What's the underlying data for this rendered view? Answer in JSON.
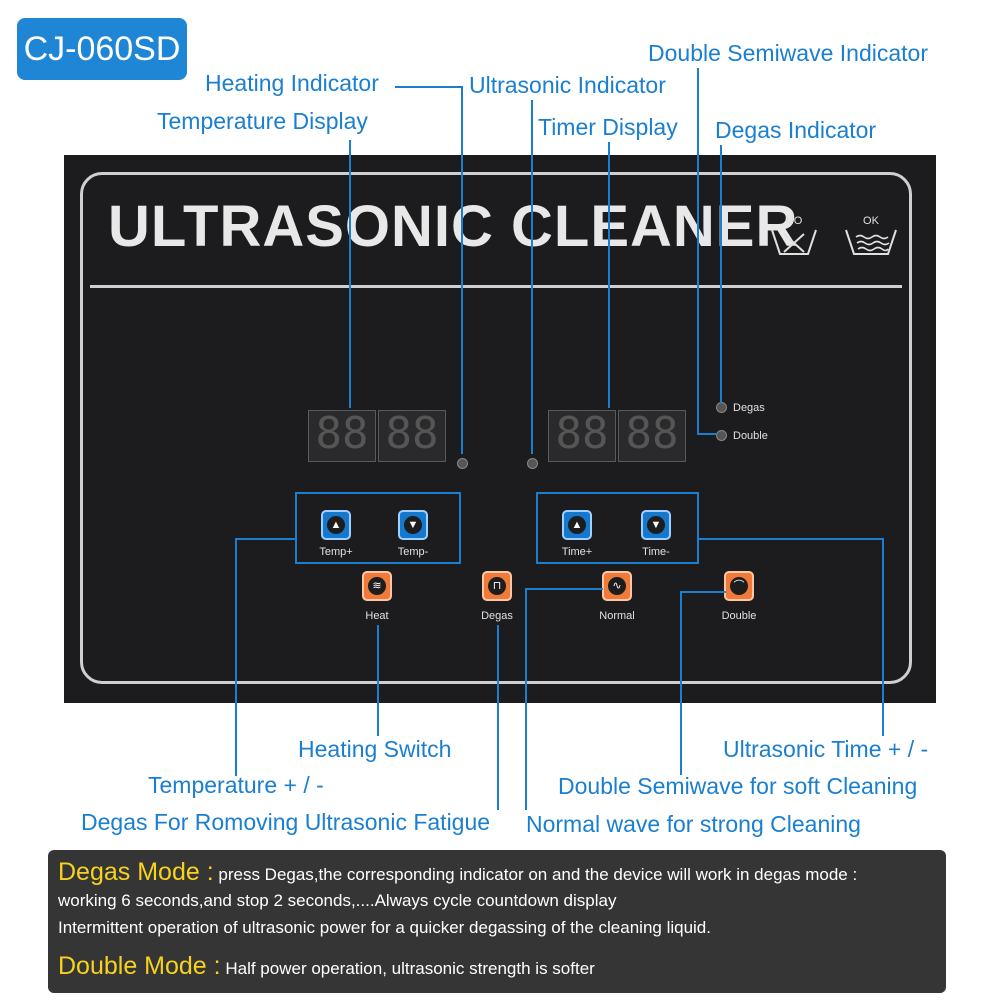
{
  "model": "CJ-060SD",
  "callouts": {
    "heating_indicator": "Heating Indicator",
    "temperature_display": "Temperature Display",
    "ultrasonic_indicator": "Ultrasonic Indicator",
    "timer_display": "Timer Display",
    "double_semiwave_indicator": "Double Semiwave Indicator",
    "degas_indicator": "Degas Indicator",
    "heating_switch": "Heating Switch",
    "temperature_plus_minus": "Temperature + / -",
    "degas_description": "Degas For Romoving Ultrasonic Fatigue",
    "ultrasonic_time_plus_minus": "Ultrasonic Time + / -",
    "double_semiwave_description": "Double Semiwave for soft Cleaning",
    "normal_wave_description": "Normal wave for strong Cleaning"
  },
  "panel": {
    "title": "ULTRASONIC CLEANER",
    "icon_no": "NO",
    "icon_ok": "OK",
    "temp_display": "8.8.8.8",
    "timer_display": "8.8.8.8",
    "indicators": {
      "degas": "Degas",
      "double": "Double"
    },
    "buttons": {
      "temp_plus": "Temp+",
      "temp_minus": "Temp-",
      "time_plus": "Time+",
      "time_minus": "Time-",
      "heat": "Heat",
      "degas": "Degas",
      "normal": "Normal",
      "double": "Double"
    }
  },
  "info": {
    "degas_mode_label": "Degas Mode :",
    "degas_mode_text1": "press Degas,the corresponding indicator on and the device will work in degas mode :",
    "degas_mode_text2": "working 6 seconds,and stop 2 seconds,....Always cycle countdown display",
    "degas_mode_text3": "Intermittent operation of ultrasonic power for a quicker degassing of the cleaning liquid.",
    "double_mode_label": "Double Mode :",
    "double_mode_text": "Half power operation, ultrasonic strength is softer"
  },
  "colors": {
    "accent_blue": "#1a7fd0",
    "button_blue": "#1478cf",
    "button_orange": "#f07a3a",
    "panel_black": "#1c1c1e",
    "info_label_yellow": "#f7d21e"
  }
}
